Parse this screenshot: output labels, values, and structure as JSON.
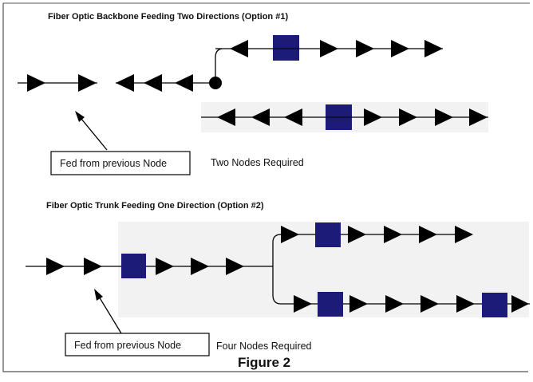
{
  "option1": {
    "title": "Fiber Optic Backbone Feeding Two Directions (Option #1)",
    "callout": "Fed from previous Node",
    "nodes_note": "Two Nodes Required"
  },
  "option2": {
    "title": "Fiber Optic Trunk Feeding One Direction (Option #2)",
    "callout": "Fed from previous Node",
    "nodes_note": "Four Nodes Required"
  },
  "figure_label": "Figure 2",
  "colors": {
    "node": "#1c1c78",
    "line": "#000000",
    "frame": "#555555"
  }
}
